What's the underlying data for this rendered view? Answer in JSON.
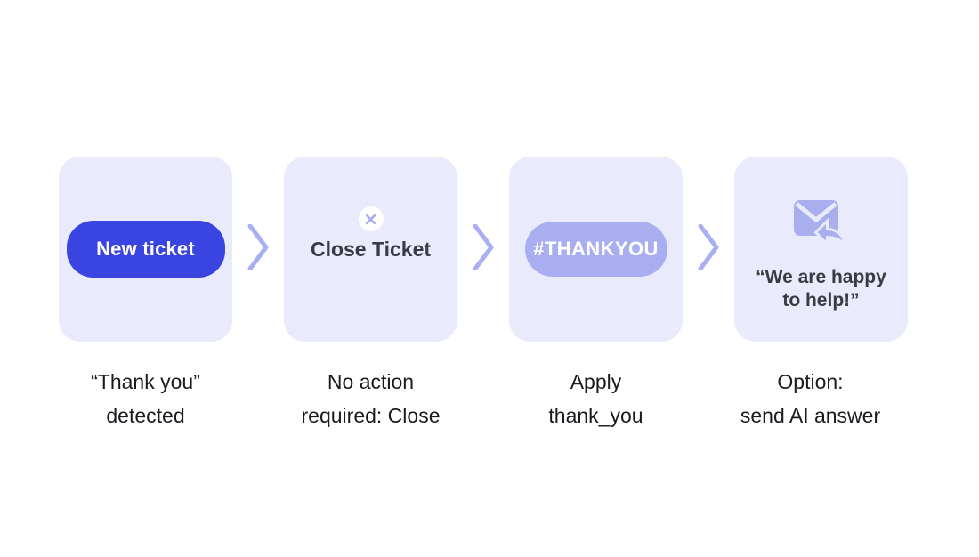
{
  "flow": {
    "colors": {
      "card_bg": "#e9eafb",
      "accent_blue": "#3a44e0",
      "tag_lavender": "#a9aef0",
      "icon_purple": "#a9aeef",
      "chevron": "#a9b0f2",
      "close_x": "#a9aeec",
      "badge_bg": "#ffffff",
      "button_text": "#ffffff",
      "title_text": "#383b42",
      "caption_text": "#191b20"
    },
    "connector_icon": "chevron-right-icon",
    "steps": [
      {
        "name": "new-ticket",
        "pill_label": "New ticket",
        "caption_lines": [
          "“Thank you”",
          "detected"
        ]
      },
      {
        "name": "close-ticket",
        "title": "Close Ticket",
        "badge_icon": "close-icon",
        "caption_lines": [
          "No action",
          "required: Close"
        ]
      },
      {
        "name": "thankyou-tag",
        "tag_label": "#THANKYOU",
        "caption_lines": [
          "Apply",
          "thank_you"
        ]
      },
      {
        "name": "ai-answer",
        "icon": "email-reply-icon",
        "quote_lines": [
          "“We are happy",
          "to help!”"
        ],
        "caption_lines": [
          "Option:",
          "send AI answer"
        ]
      }
    ]
  }
}
